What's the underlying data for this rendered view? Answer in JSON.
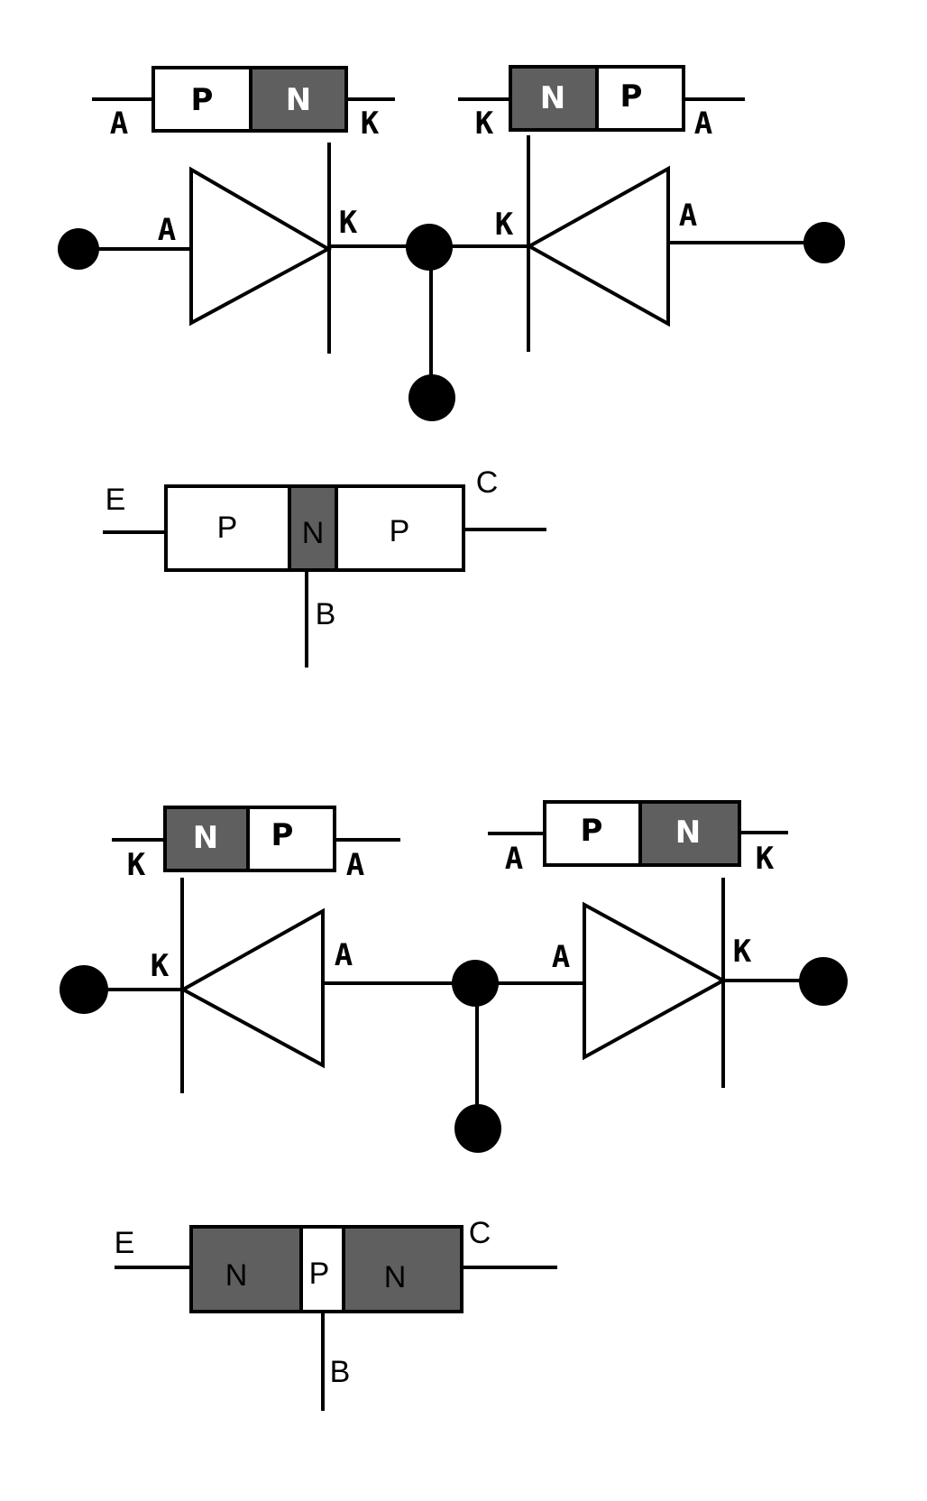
{
  "colors": {
    "p_region": "#ffffff",
    "n_region": "#5f5f5f",
    "p_text": "#000000",
    "n_text": "#ffffff",
    "line": "#000000"
  },
  "pnp": {
    "diode_left": {
      "junction": [
        {
          "type": "P",
          "label": "P"
        },
        {
          "type": "N",
          "label": "N"
        }
      ],
      "terminal_left": "A",
      "terminal_right": "K",
      "symbol_anode": "A",
      "symbol_cathode": "K",
      "direction": "right"
    },
    "diode_right": {
      "junction": [
        {
          "type": "N",
          "label": "N"
        },
        {
          "type": "P",
          "label": "P"
        }
      ],
      "terminal_left": "K",
      "terminal_right": "A",
      "symbol_anode": "A",
      "symbol_cathode": "K",
      "direction": "left"
    },
    "transistor": {
      "regions": [
        {
          "type": "P",
          "label": "P"
        },
        {
          "type": "N",
          "label": "N"
        },
        {
          "type": "P",
          "label": "P"
        }
      ],
      "emitter": "E",
      "base": "B",
      "collector": "C"
    }
  },
  "npn": {
    "diode_left": {
      "junction": [
        {
          "type": "N",
          "label": "N"
        },
        {
          "type": "P",
          "label": "P"
        }
      ],
      "terminal_left": "K",
      "terminal_right": "A",
      "symbol_anode": "A",
      "symbol_cathode": "K",
      "direction": "left"
    },
    "diode_right": {
      "junction": [
        {
          "type": "P",
          "label": "P"
        },
        {
          "type": "N",
          "label": "N"
        }
      ],
      "terminal_left": "A",
      "terminal_right": "K",
      "symbol_anode": "A",
      "symbol_cathode": "K",
      "direction": "right"
    },
    "transistor": {
      "regions": [
        {
          "type": "N",
          "label": "N"
        },
        {
          "type": "P",
          "label": "P"
        },
        {
          "type": "N",
          "label": "N"
        }
      ],
      "emitter": "E",
      "base": "B",
      "collector": "C"
    }
  }
}
